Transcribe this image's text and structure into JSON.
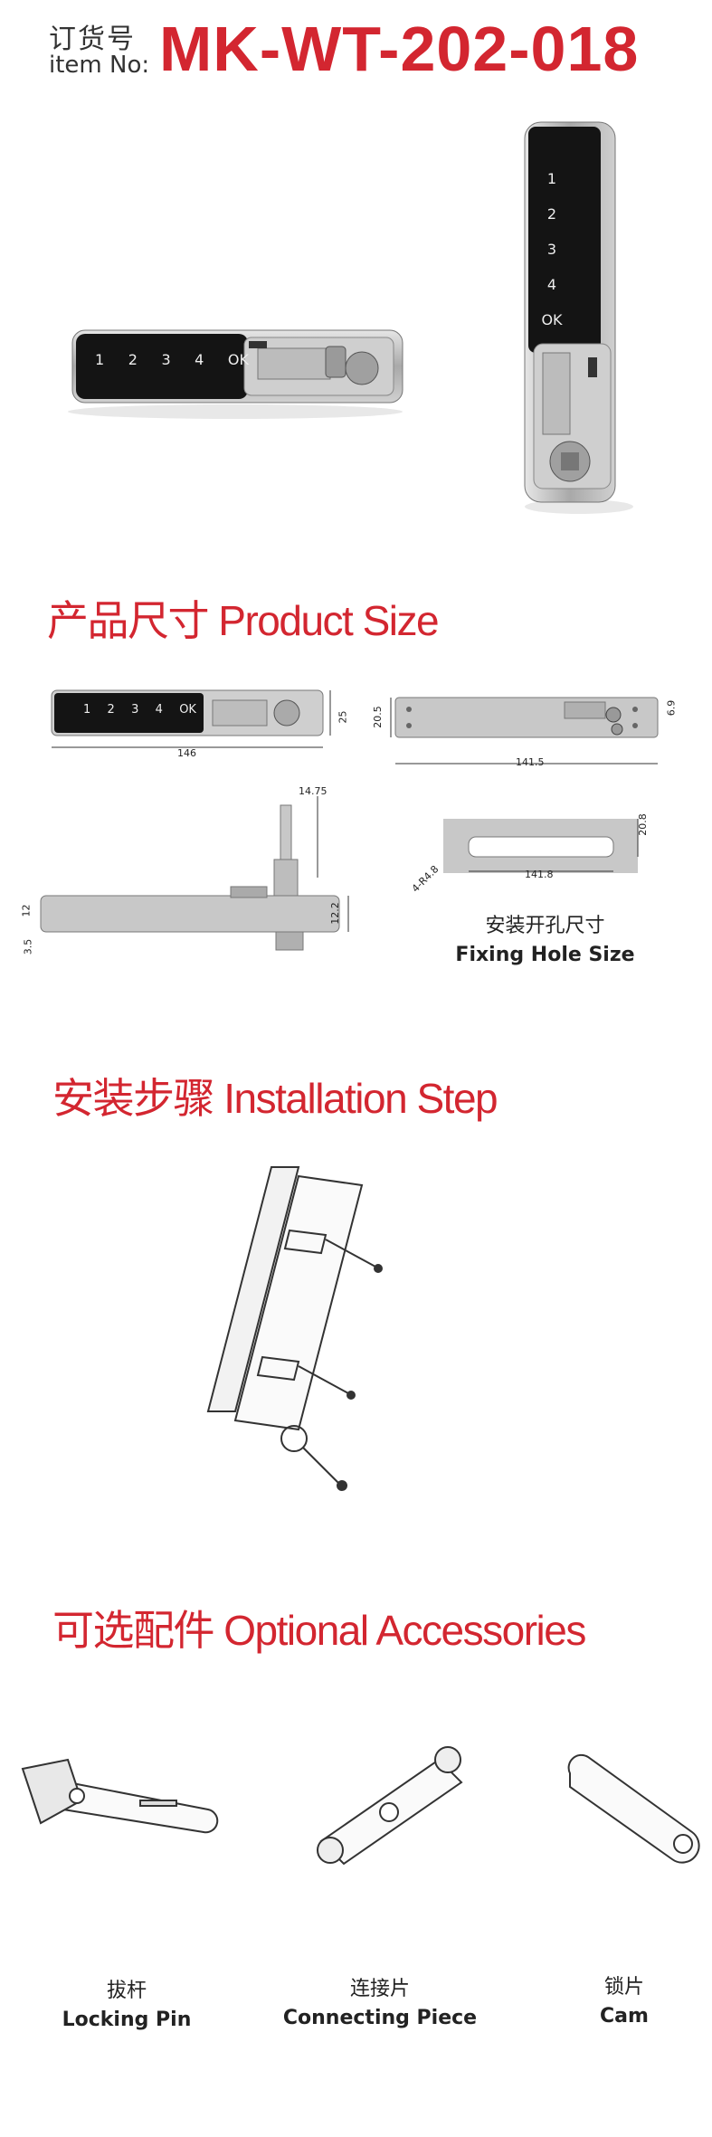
{
  "header": {
    "label_cn": "订货号",
    "label_en": "item No:",
    "item_code": "MK-WT-202-018"
  },
  "keypad_keys": [
    "1",
    "2",
    "3",
    "4",
    "OK"
  ],
  "sections": {
    "product_size": "产品尺寸 Product Size",
    "installation": "安装步骤 Installation Step",
    "accessories": "可选配件 Optional Accessories"
  },
  "dimensions": {
    "front_width": "146",
    "front_height": "25",
    "back_width": "141.5",
    "back_height": "20.5",
    "back_pin": "6.9",
    "side_cam": "14.75",
    "side_h1": "12",
    "side_h2": "12.2",
    "side_h3": "3.5",
    "hole_width": "141.8",
    "hole_height": "20.8",
    "hole_radius": "4-R4.8"
  },
  "fixing_hole": {
    "label_cn": "安装开孔尺寸",
    "label_en": "Fixing Hole Size"
  },
  "accessories": [
    {
      "name_cn": "拔杆",
      "name_en": "Locking Pin"
    },
    {
      "name_cn": "连接片",
      "name_en": "Connecting Piece"
    },
    {
      "name_cn": "锁片",
      "name_en": "Cam"
    }
  ],
  "colors": {
    "accent": "#d32630",
    "keypad": "#141414",
    "metal": "#b8b8b8"
  }
}
